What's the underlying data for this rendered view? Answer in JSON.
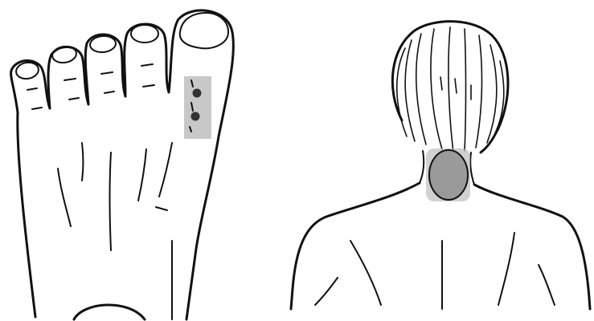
{
  "figure": {
    "panels": [
      {
        "subject": "foot-top-view",
        "marker": {
          "style": "highlight-with-points",
          "points_count": 2,
          "highlight_color": "#c8c8c8",
          "point_color": "#333333"
        }
      },
      {
        "subject": "head-and-neck-back-view",
        "marker": {
          "style": "highlight-circle",
          "highlight_color": "#bdbdbd",
          "fill_color": "#9a9a9a"
        }
      }
    ],
    "colors": {
      "background": "#ffffff",
      "line": "#111111"
    }
  }
}
